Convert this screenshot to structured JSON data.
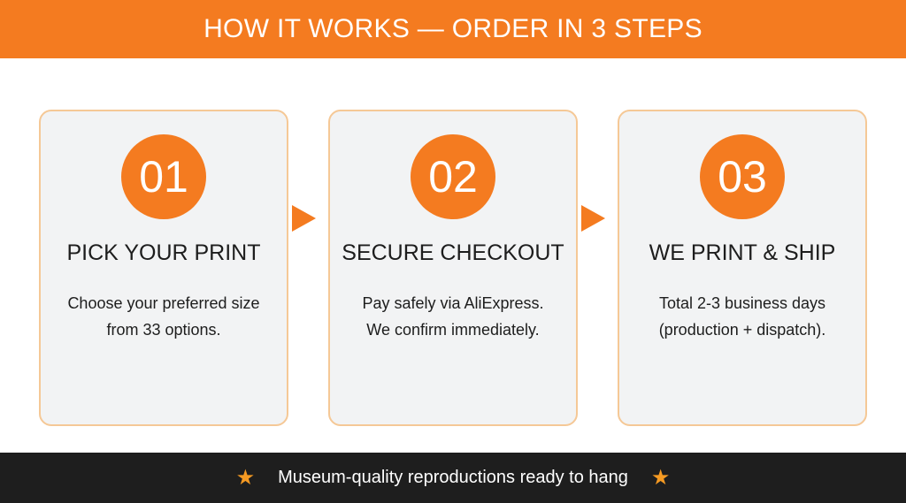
{
  "header": {
    "title": "HOW IT WORKS — ORDER IN 3 STEPS"
  },
  "steps": [
    {
      "number": "01",
      "title": "PICK YOUR PRINT",
      "desc_lines": [
        "Choose your preferred size",
        "from 33 options."
      ]
    },
    {
      "number": "02",
      "title": "SECURE CHECKOUT",
      "desc_lines": [
        "Pay safely via AliExpress.",
        "We confirm immediately."
      ]
    },
    {
      "number": "03",
      "title": "WE PRINT & SHIP",
      "desc_lines": [
        "Total 2-3 business days",
        "(production + dispatch)."
      ]
    }
  ],
  "footer": {
    "text": "Museum-quality reproductions ready to hang",
    "star": "★"
  },
  "colors": {
    "accent": "#f47b20",
    "footer_bg": "#1e1e1e",
    "card_bg": "#f2f3f4",
    "card_border": "#f5c896",
    "star": "#f59a23"
  },
  "icons": {
    "connector": "arrow-right-icon",
    "footer": "star-icon"
  }
}
